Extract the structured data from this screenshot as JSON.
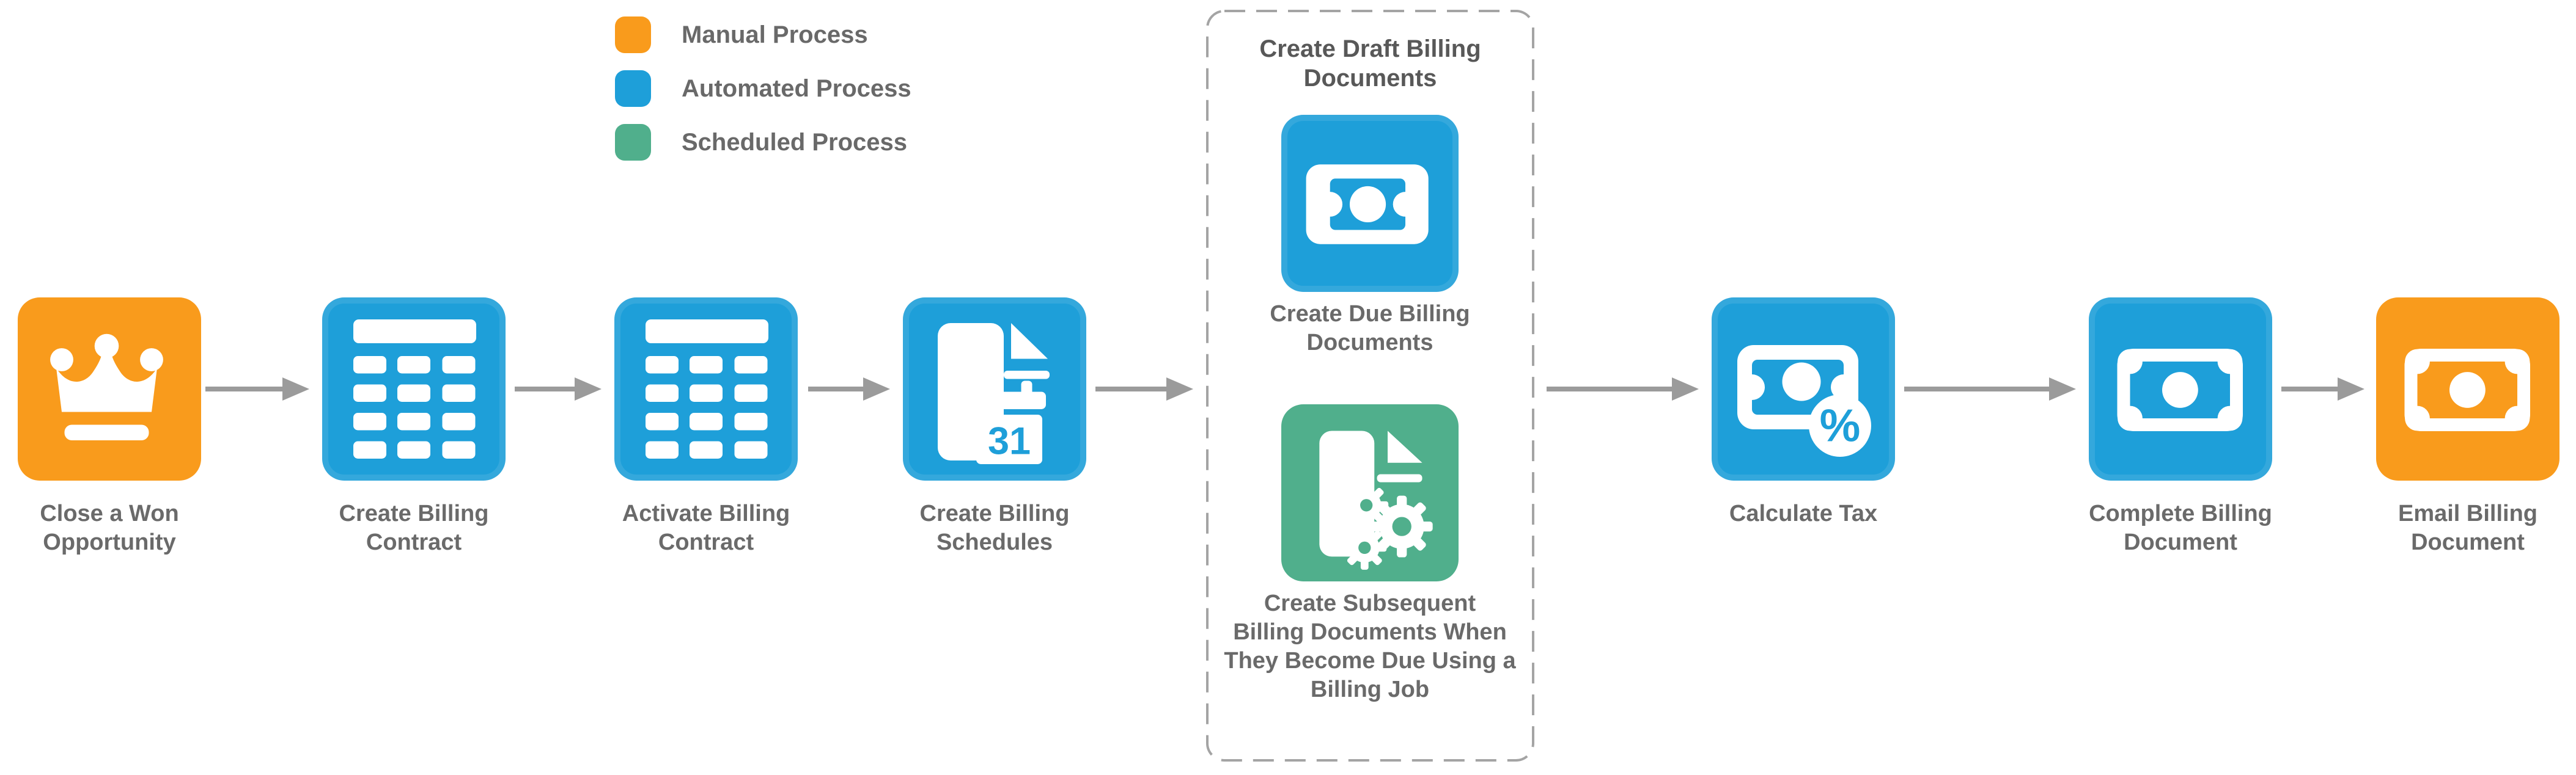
{
  "legend": {
    "items": [
      {
        "label": "Manual Process",
        "color": "#F99B1C"
      },
      {
        "label": "Automated Process",
        "color": "#1E9FD9"
      },
      {
        "label": "Scheduled Process",
        "color": "#50AF8C"
      }
    ]
  },
  "nodes": {
    "close_won": {
      "label": "Close a Won\nOpportunity",
      "type": "manual"
    },
    "create_contract": {
      "label": "Create Billing\nContract",
      "type": "automated"
    },
    "activate_contract": {
      "label": "Activate Billing\nContract",
      "type": "automated"
    },
    "create_schedules": {
      "label": "Create Billing\nSchedules",
      "type": "automated",
      "icon_text": "31"
    },
    "calculate_tax": {
      "label": "Calculate Tax",
      "type": "automated",
      "badge_text": "%"
    },
    "complete_document": {
      "label": "Complete Billing\nDocument",
      "type": "automated"
    },
    "email_document": {
      "label": "Email Billing\nDocument",
      "type": "manual"
    }
  },
  "group": {
    "title": "Create Draft Billing\nDocuments",
    "children": {
      "due_billing": {
        "label": "Create Due Billing\nDocuments",
        "type": "automated"
      },
      "subsequent": {
        "label": "Create Subsequent\nBilling Documents When\nThey Become Due Using a\nBilling Job",
        "type": "scheduled"
      }
    }
  },
  "colors": {
    "manual": "#F99B1C",
    "automated": "#1E9FD9",
    "scheduled": "#50AF8C",
    "label_text": "#6A6A6A",
    "group_title_text": "#585858",
    "arrow": "#9B9B9B",
    "dashed_border": "#A4A4A4"
  }
}
